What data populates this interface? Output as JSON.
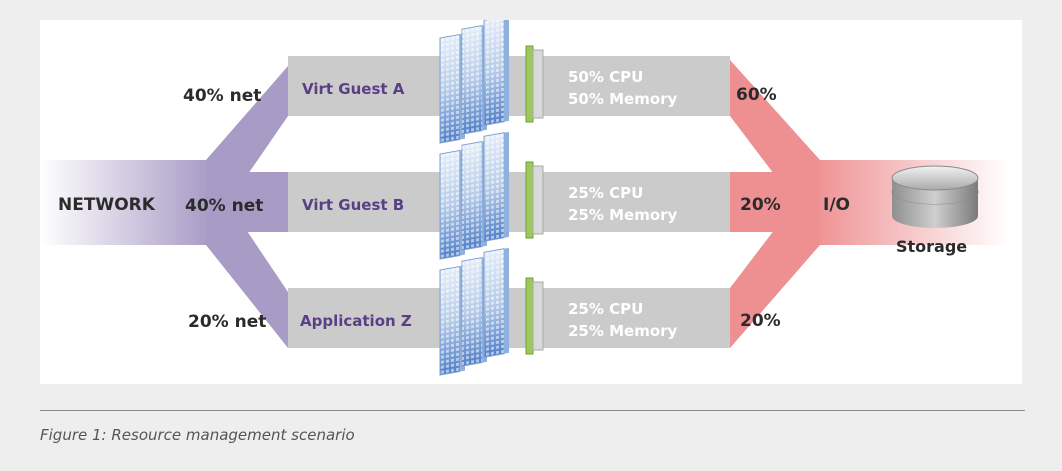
{
  "network": {
    "label": "NETWORK",
    "shares": [
      "40% net",
      "40% net",
      "20% net"
    ]
  },
  "guests": [
    {
      "name": "Virt Guest A",
      "cpu": "50% CPU",
      "memory": "50% Memory",
      "io": "60%"
    },
    {
      "name": "Virt Guest B",
      "cpu": "25% CPU",
      "memory": "25% Memory",
      "io": "20%"
    },
    {
      "name": "Application Z",
      "cpu": "25% CPU",
      "memory": "25% Memory",
      "io": "20%"
    }
  ],
  "io_label": "I/O",
  "storage_label": "Storage",
  "caption": "Figure 1: Resource management scenario",
  "colors": {
    "network_purple": "#a89bc5",
    "io_red": "#ee8f91",
    "bar_gray": "#cbcbcb",
    "guest_text": "#5a3f86",
    "label_text": "#2b2b2b",
    "server_blue": "#6e9ad6",
    "module_green": "#9ccb5b"
  },
  "icons": [
    "server-blade-icon",
    "memory-module-icon",
    "storage-disk-icon"
  ]
}
